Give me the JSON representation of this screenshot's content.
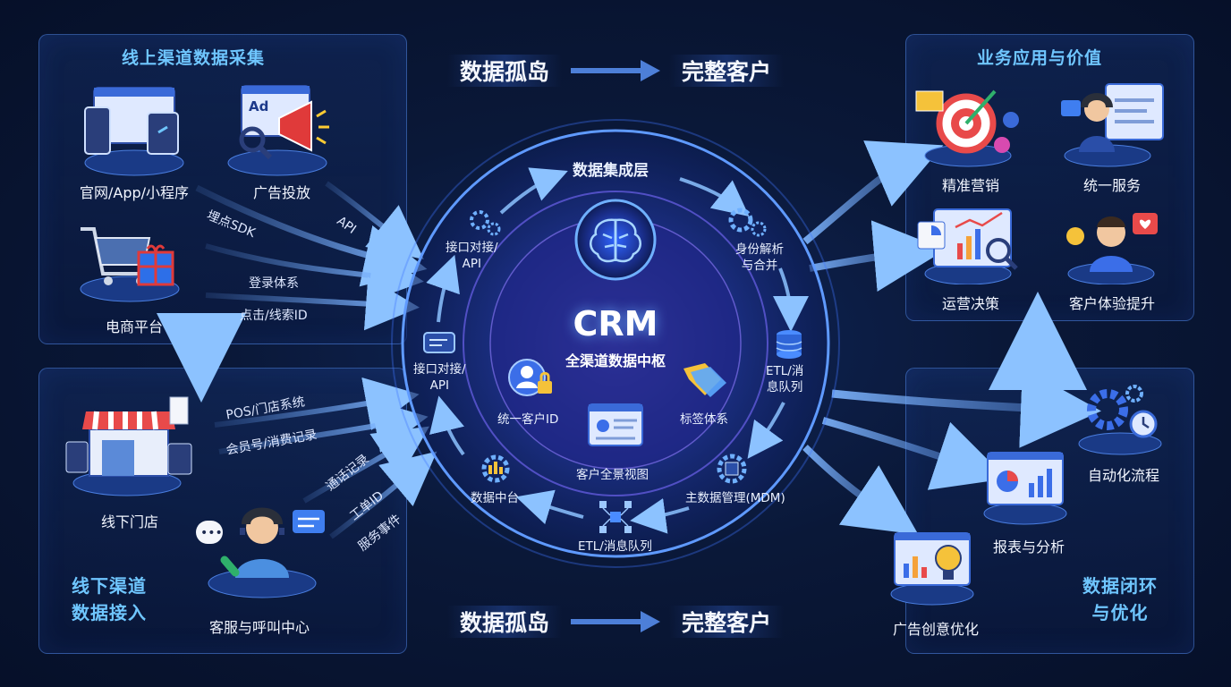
{
  "banners": {
    "top": {
      "from": "数据孤岛",
      "to": "完整客户"
    },
    "bottom": {
      "from": "数据孤岛",
      "to": "完整客户"
    }
  },
  "online": {
    "title": "线上渠道数据采集",
    "web_app": "官网/App/小程序",
    "ads": "广告投放",
    "ecommerce": "电商平台",
    "ad_badge": "Ad"
  },
  "offline": {
    "title": "线下渠道\n数据接入",
    "store": "线下门店",
    "call_center": "客服与呼叫中心"
  },
  "flows": {
    "sdk": "埋点SDK",
    "api": "API",
    "login": "登录体系",
    "click_id": "点击/线索ID",
    "pos": "POS/门店系统",
    "member": "会员号/消费记录",
    "call_log": "通话记录",
    "ticket": "工单ID",
    "service_event": "服务事件"
  },
  "hub": {
    "title": "CRM",
    "subtitle": "全渠道数据中枢",
    "integration_layer": "数据集成层",
    "api_top": "接口对接/\nAPI",
    "identity": "身份解析\n与合并",
    "api_left": "接口对接/\nAPI",
    "etl_right": "ETL/消\n息队列",
    "unified_id": "统一客户ID",
    "tags": "标签体系",
    "customer_view": "客户全景视图",
    "data_middle": "数据中台",
    "mdm": "主数据管理(MDM)",
    "etl_bottom": "ETL/消息队列"
  },
  "apps": {
    "title": "业务应用与价值",
    "marketing": "精准营销",
    "service": "统一服务",
    "ops": "运营决策",
    "cx": "客户体验提升"
  },
  "loop": {
    "title": "数据闭环\n与优化",
    "automation": "自动化流程",
    "reports": "报表与分析",
    "ad_creative": "广告创意优化"
  },
  "colors": {
    "accent": "#6fc6ff",
    "panel_border": "#5a96ff",
    "hub_glow": "#4d7dff",
    "purple": "#7b5cff"
  }
}
